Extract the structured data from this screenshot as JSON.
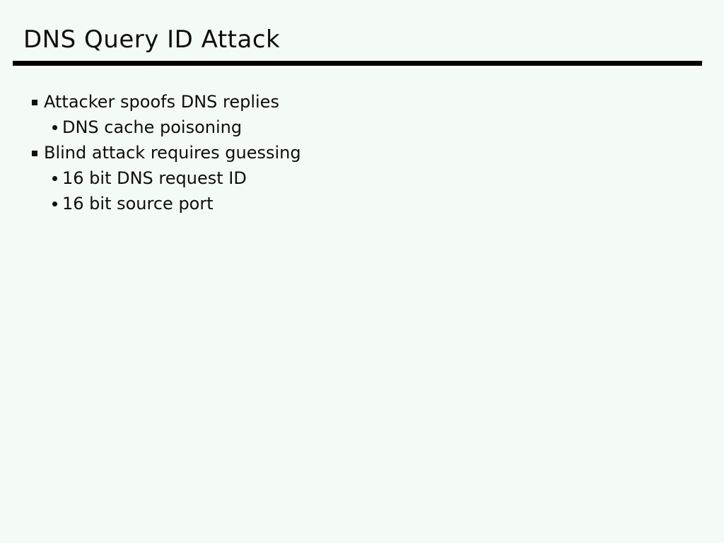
{
  "slide": {
    "title": "DNS Query ID Attack",
    "background_color": "#f4faf5",
    "text_color": "#0d0d0d",
    "rule_color": "#000000",
    "bullets": [
      {
        "level": 1,
        "text": "Attacker spoofs DNS replies"
      },
      {
        "level": 2,
        "text": "DNS cache poisoning"
      },
      {
        "level": 1,
        "text": "Blind attack requires guessing"
      },
      {
        "level": 2,
        "text": "16 bit DNS request ID"
      },
      {
        "level": 2,
        "text": "16 bit source port"
      }
    ]
  }
}
